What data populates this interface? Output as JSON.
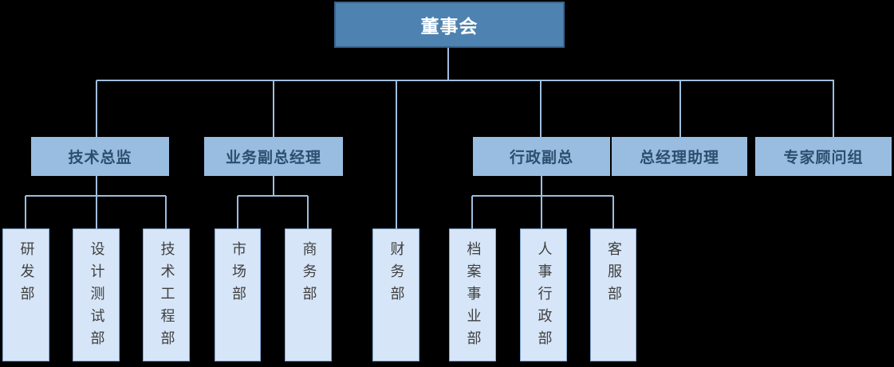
{
  "org": {
    "root": "董事会",
    "managers": [
      {
        "label": "技术总监",
        "children": [
          "研发部",
          "设计测试部",
          "技术工程部"
        ]
      },
      {
        "label": "业务副总经理",
        "children": [
          "市场部",
          "商务部"
        ]
      },
      {
        "label": "行政副总",
        "children": [
          "档案事业部",
          "人事行政部",
          "客服部"
        ]
      },
      {
        "label": "总经理助理",
        "children": []
      },
      {
        "label": "专家顾问组",
        "children": []
      }
    ],
    "root_department": "财务部"
  },
  "colors": {
    "background": "#000000",
    "connector": "#9EBEDE",
    "level1_fill": "#4E82B0",
    "level1_border": "#3A648D",
    "level1_text": "#FFFFFF",
    "level2_fill": "#99BDE1",
    "level2_text": "#2C4E6E",
    "level3_fill": "#D6E5F7",
    "level3_border": "#82A9D2",
    "level3_text": "#404040"
  }
}
